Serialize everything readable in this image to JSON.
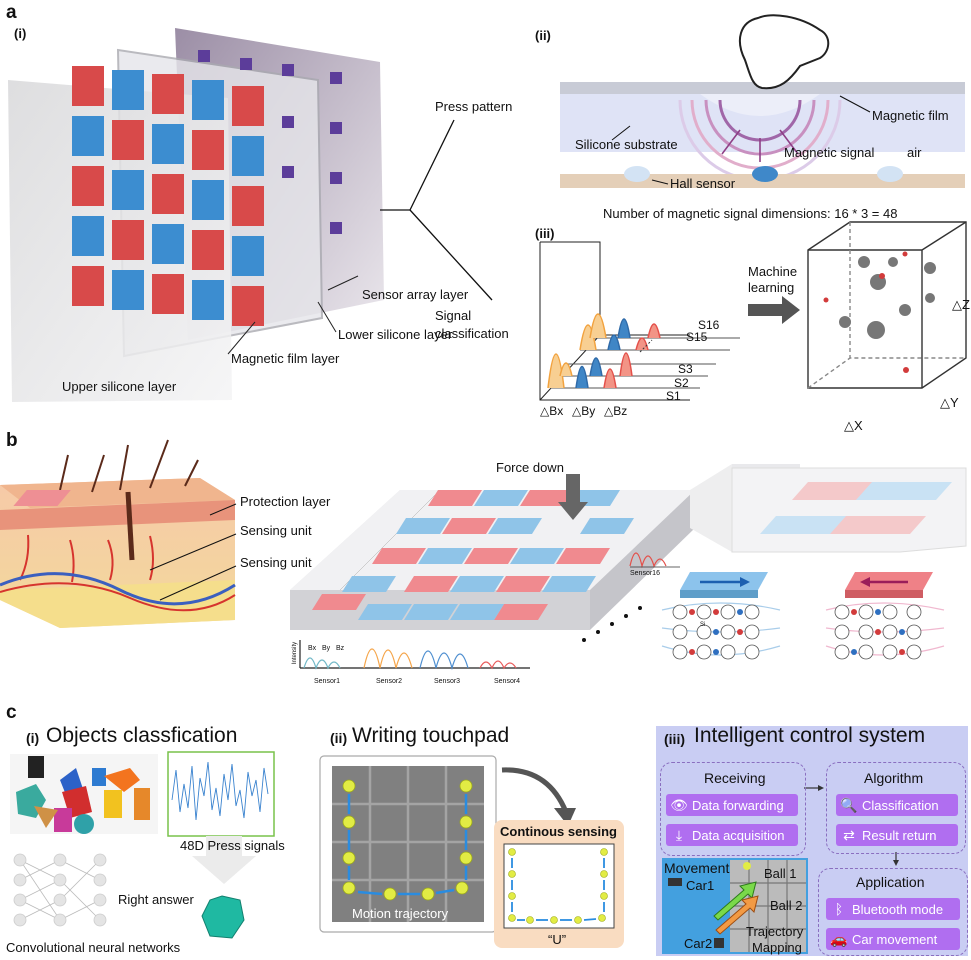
{
  "panels": {
    "a": "a",
    "b": "b",
    "c": "c"
  },
  "a": {
    "sub_i": "(i)",
    "sub_ii": "(ii)",
    "sub_iii": "(iii)",
    "layers": {
      "sensor_array": "Sensor array layer",
      "lower_silicone": "Lower silicone layer",
      "magnetic_film": "Magnetic film layer",
      "upper_silicone": "Upper silicone layer"
    },
    "branch": {
      "press_pattern": "Press pattern",
      "signal_classification_1": "Signal",
      "signal_classification_2": "classification"
    },
    "cross_section": {
      "magnetic_film": "Magnetic film",
      "silicone_substrate": "Silicone substrate",
      "magnetic_signal": "Magnetic signal",
      "air": "air",
      "hall_sensor": "Hall sensor",
      "dimensions": "Number of magnetic signal dimensions: 16 * 3 = 48"
    },
    "signal_plot": {
      "sensors": [
        "S16",
        "S15",
        "S3",
        "S2",
        "S1"
      ],
      "axes": [
        "△Bx",
        "△By",
        "△Bz"
      ]
    },
    "ml": {
      "line1": "Machine",
      "line2": "learning"
    },
    "cube_axes": {
      "x": "△X",
      "y": "△Y",
      "z": "△Z"
    }
  },
  "b": {
    "skin": {
      "protection": "Protection layer",
      "sensing1": "Sensing unit",
      "sensing2": "Sensing unit"
    },
    "force": "Force down",
    "sensor16": "Sensor16",
    "intensity": "Intensity",
    "sensors": [
      "Sensor1",
      "Sensor2",
      "Sensor3",
      "Sensor4"
    ],
    "b_labels": [
      "Bx",
      "By",
      "Bz"
    ],
    "atom": "Si",
    "colors": {
      "red": "#e8737b",
      "blue": "#7ab8e0",
      "orange": "#f5a54a"
    }
  },
  "c": {
    "i_label": "(i)",
    "i_title": "Objects classfication",
    "press_signals": "48D Press signals",
    "right_answer": "Right answer",
    "cnn": "Convolutional neural networks",
    "ii_label": "(ii)",
    "ii_title": "Writing touchpad",
    "motion": "Motion trajectory",
    "continuous": "Continous sensing",
    "letter": "“U”",
    "iii_label": "(iii)",
    "iii_title": "Intelligent control system",
    "receiving": "Receiving",
    "data_forwarding": "Data forwarding",
    "data_acquisition": "Data acquisition",
    "algorithm": "Algorithm",
    "classification": "Classification",
    "result_return": "Result return",
    "application": "Application",
    "bluetooth": "Bluetooth mode",
    "car_movement": "Car movement",
    "movement": "Movement",
    "car1": "Car1",
    "car2": "Car2",
    "ball1": "Ball 1",
    "ball2": "Ball 2",
    "trajectory1": "Trajectory",
    "trajectory2": "Mapping",
    "icons": [
      "eye-icon",
      "download-icon",
      "search-icon",
      "result-icon",
      "bluetooth-icon",
      "car-icon"
    ]
  }
}
